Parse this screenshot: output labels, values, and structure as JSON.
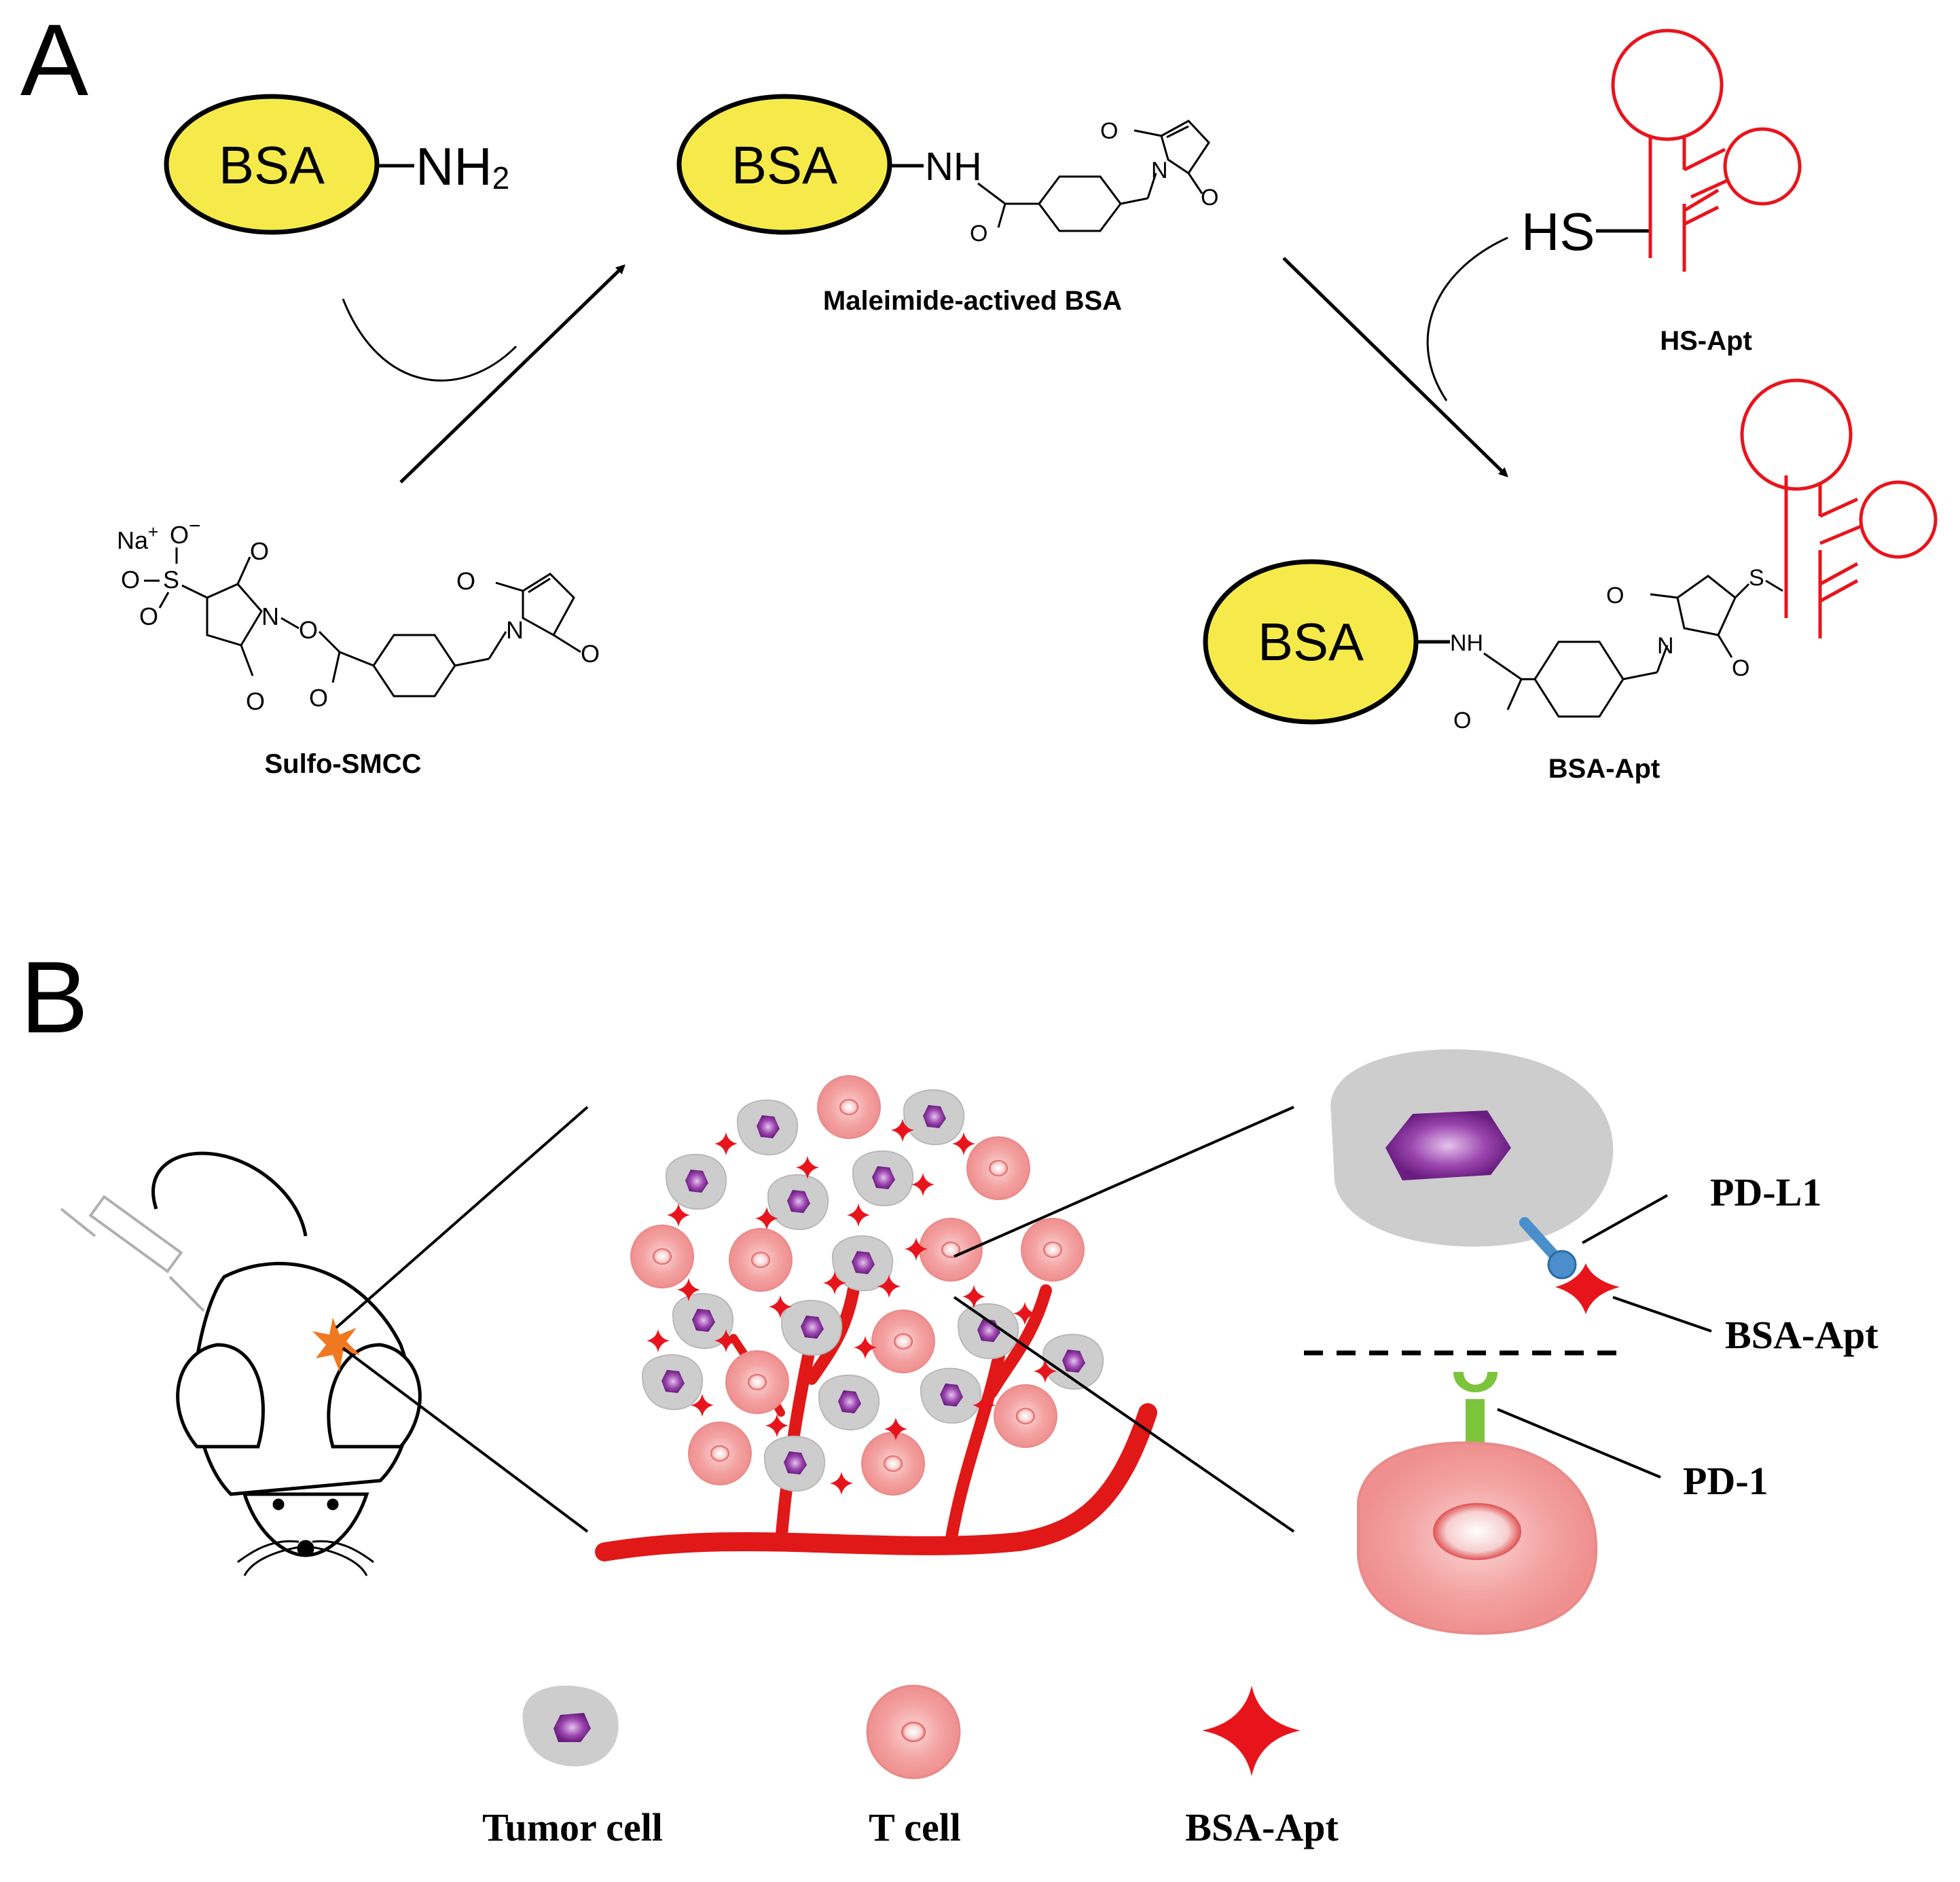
{
  "panel_a": {
    "letter": "A",
    "bsa_label": "BSA",
    "nh2_label": "NH",
    "nh2_sub": "2",
    "nh_label": "NH",
    "nh_small_label": "NH",
    "hs_label": "HS",
    "s_label": "S",
    "o_label": "O",
    "n_label": "N",
    "na_label": "Na",
    "na_charge": "+",
    "o_minus_label": "O",
    "o_charge": "−",
    "sulfonyl_label": "S",
    "caption_sulfo_smcc": "Sulfo-SMCC",
    "caption_maleimide_bsa": "Maleimide-actived BSA",
    "caption_hs_apt": "HS-Apt",
    "caption_bsa_apt": "BSA-Apt"
  },
  "panel_b": {
    "letter": "B",
    "label_pd_l1": "PD-L1",
    "label_bsa_apt": "BSA-Apt",
    "label_pd_1": "PD-1",
    "legend": [
      {
        "label": "Tumor cell",
        "icon": "tumor-cell-icon"
      },
      {
        "label": "T cell",
        "icon": "t-cell-icon"
      },
      {
        "label": "BSA-Apt",
        "icon": "bsa-apt-star-icon"
      }
    ]
  },
  "colors": {
    "bsa_fill": "#f5ea4a",
    "aptamer": "#e8141c",
    "tumor_cell_body": "#cfcfcf",
    "tumor_nucleus": "#7b2c8f",
    "t_cell_body": "#f29a9a",
    "blood_vessel": "#e01818",
    "pd_l1": "#4a8fcc",
    "pd_1": "#7cc43c",
    "injection_site": "#f07820"
  }
}
